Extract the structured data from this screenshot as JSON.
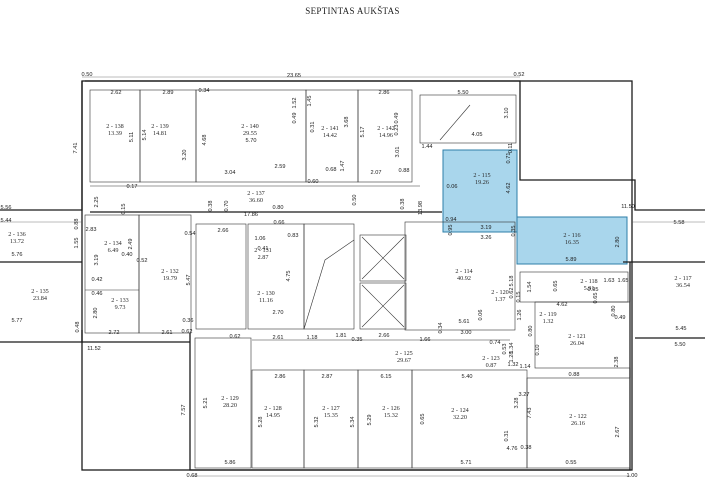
{
  "title": "SEPTINTAS AUKŠTAS",
  "colors": {
    "highlight_fill": "#a9d6ec",
    "highlight_stroke": "#2e7fa8",
    "wall": "#1b1b1b"
  },
  "rooms": [
    {
      "id": "2-138",
      "name": "2 - 138",
      "area": "13.39"
    },
    {
      "id": "2-139",
      "name": "2 - 139",
      "area": "14.81"
    },
    {
      "id": "2-140",
      "name": "2 - 140",
      "area": "29.55"
    },
    {
      "id": "2-141",
      "name": "2 - 141",
      "area": "14.42"
    },
    {
      "id": "2-142",
      "name": "2 - 142",
      "area": "14.96"
    },
    {
      "id": "2-115",
      "name": "2 - 115",
      "area": "19.26",
      "highlighted": true
    },
    {
      "id": "2-116",
      "name": "2 - 116",
      "area": "16.35",
      "highlighted": true
    },
    {
      "id": "2-137",
      "name": "2 - 137",
      "area": "36.60"
    },
    {
      "id": "2-136",
      "name": "2 - 136",
      "area": "13.72"
    },
    {
      "id": "2-134",
      "name": "2 - 134",
      "area": "6.49"
    },
    {
      "id": "2-135",
      "name": "2 - 135",
      "area": "23.84"
    },
    {
      "id": "2-132",
      "name": "2 - 132",
      "area": "19.79"
    },
    {
      "id": "2-133",
      "name": "2 - 133",
      "area": "9.73"
    },
    {
      "id": "2-131",
      "name": "2 - 131",
      "area": "2.87"
    },
    {
      "id": "2-130",
      "name": "2 - 130",
      "area": "11.16"
    },
    {
      "id": "2-114",
      "name": "2 - 114",
      "area": "40.92"
    },
    {
      "id": "2-120",
      "name": "2 - 120",
      "area": "1.37"
    },
    {
      "id": "2-119",
      "name": "2 - 119",
      "area": "1.32"
    },
    {
      "id": "2-118",
      "name": "2 - 118",
      "area": "5.91"
    },
    {
      "id": "2-117",
      "name": "2 - 117",
      "area": "36.54"
    },
    {
      "id": "2-121",
      "name": "2 - 121",
      "area": "26.04"
    },
    {
      "id": "2-125",
      "name": "2 - 125",
      "area": "29.67"
    },
    {
      "id": "2-123",
      "name": "2 - 123",
      "area": "0.87"
    },
    {
      "id": "2-129",
      "name": "2 - 129",
      "area": "28.20"
    },
    {
      "id": "2-128",
      "name": "2 - 128",
      "area": "14.95"
    },
    {
      "id": "2-127",
      "name": "2 - 127",
      "area": "15.35"
    },
    {
      "id": "2-126",
      "name": "2 - 126",
      "area": "15.32"
    },
    {
      "id": "2-124",
      "name": "2 - 124",
      "area": "32.20"
    },
    {
      "id": "2-122",
      "name": "2 - 122",
      "area": "26.16"
    }
  ],
  "dimensions": [
    "0.50",
    "23.65",
    "0.52",
    "2.62",
    "2.89",
    "0.34",
    "2.86",
    "5.50",
    "3.10",
    "7.41",
    "5.11",
    "5.14",
    "3.20",
    "4.68",
    "5.70",
    "0.49",
    "1.52",
    "1.45",
    "0.31",
    "3.68",
    "5.17",
    "0.23",
    "0.49",
    "3.01",
    "4.05",
    "1.44",
    "0.11",
    "0.71",
    "3.04",
    "2.59",
    "0.68",
    "1.47",
    "2.07",
    "0.88",
    "0.60",
    "4.62",
    "0.06",
    "0.50",
    "0.17",
    "0.38",
    "0.15",
    "2.25",
    "17.86",
    "0.38",
    "13.98",
    "0.94",
    "3.19",
    "0.95",
    "3.26",
    "11.50",
    "5.58",
    "5.56",
    "5.44",
    "0.88",
    "0.70",
    "0.80",
    "0.66",
    "0.83",
    "0.35",
    "2.80",
    "1.55",
    "2.83",
    "1.06",
    "2.49",
    "2.66",
    "0.54",
    "5.76",
    "3.19",
    "0.40",
    "0.52",
    "0.41",
    "5.47",
    "4.75",
    "5.89",
    "5.18",
    "0.62",
    "1.54",
    "0.65",
    "1.63",
    "1.65",
    "0.95",
    "0.42",
    "0.46",
    "2.80",
    "5.77",
    "2.72",
    "2.61",
    "0.36",
    "0.48",
    "2.70",
    "2.61",
    "1.18",
    "1.81",
    "0.35",
    "2.66",
    "1.66",
    "0.34",
    "3.00",
    "0.06",
    "5.61",
    "1.26",
    "0.80",
    "4.62",
    "0.15",
    "0.65",
    "0.80",
    "0.49",
    "5.45",
    "11.52",
    "0.62",
    "0.62",
    "0.74",
    "0.53",
    "1.34",
    "0.10",
    "2.38",
    "5.50",
    "2.86",
    "2.87",
    "6.15",
    "5.40",
    "0.88",
    "3.27",
    "3.28",
    "7.43",
    "7.57",
    "5.21",
    "5.28",
    "5.32",
    "5.34",
    "5.29",
    "0.65",
    "0.31",
    "0.38",
    "4.76",
    "2.67",
    "5.86",
    "5.71",
    "0.55",
    "0.68",
    "1.00",
    "1.28",
    "1.32",
    "1.14"
  ]
}
